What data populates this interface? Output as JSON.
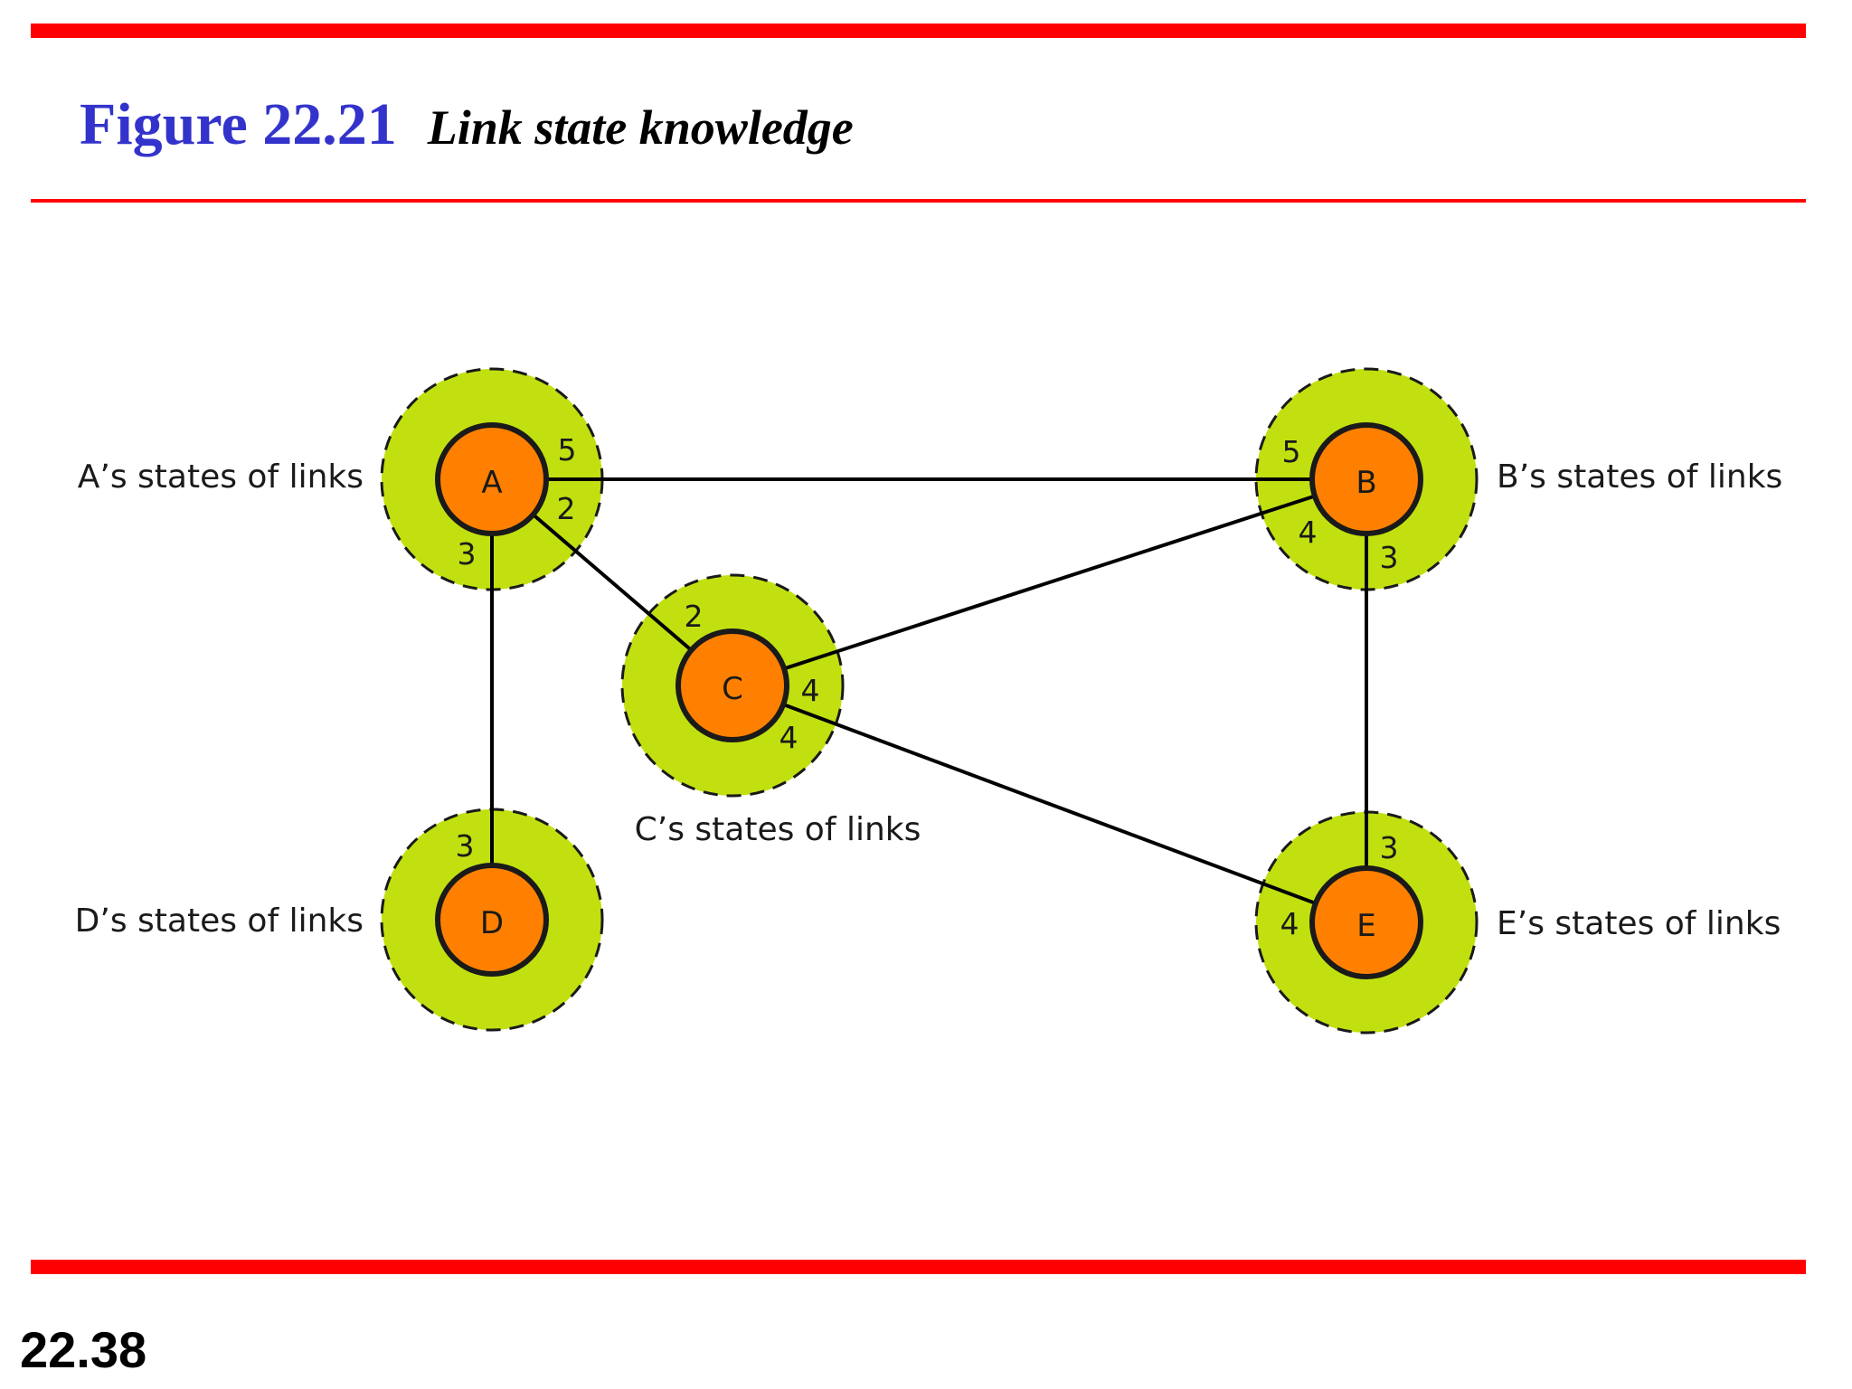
{
  "header": {
    "figure_number": "Figure 22.21",
    "caption": "Link state knowledge"
  },
  "footer": {
    "page_number": "22.38"
  },
  "colors": {
    "rule": "#ff0000",
    "figure_number": "#3333cc",
    "node_fill": "#ff8000",
    "halo_fill": "#c2e010"
  },
  "nodes": {
    "A": {
      "label": "A",
      "caption": "A’s states of links"
    },
    "B": {
      "label": "B",
      "caption": "B’s states of links"
    },
    "C": {
      "label": "C",
      "caption": "C’s states of links"
    },
    "D": {
      "label": "D",
      "caption": "D’s states of links"
    },
    "E": {
      "label": "E",
      "caption": "E’s states of links"
    }
  },
  "links": [
    {
      "from": "A",
      "to": "B",
      "cost": "5"
    },
    {
      "from": "A",
      "to": "C",
      "cost": "2"
    },
    {
      "from": "A",
      "to": "D",
      "cost": "3"
    },
    {
      "from": "B",
      "to": "C",
      "cost": "4"
    },
    {
      "from": "B",
      "to": "E",
      "cost": "3"
    },
    {
      "from": "C",
      "to": "E",
      "cost": "4"
    }
  ],
  "link_costs": {
    "a_b": "5",
    "a_c": "2",
    "a_d": "3",
    "b_a": "5",
    "b_c": "4",
    "b_e": "3",
    "c_a": "2",
    "c_b": "4",
    "c_e": "4",
    "d_a": "3",
    "e_b": "3",
    "e_c": "4"
  }
}
